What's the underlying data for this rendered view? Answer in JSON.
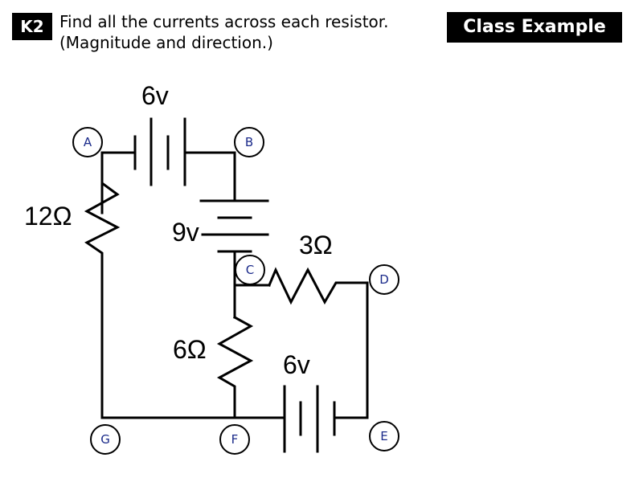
{
  "header": {
    "badge": "K2",
    "title_line1": "Find all the currents across each resistor.",
    "title_line2": "(Magnitude and direction.)",
    "tag": "Class Example"
  },
  "colors": {
    "node_label": "#1a2a8a",
    "badge_bg": "#000000"
  },
  "circuit": {
    "nodes": {
      "A": "A",
      "B": "B",
      "C": "C",
      "D": "D",
      "E": "E",
      "F": "F",
      "G": "G"
    },
    "components": {
      "battery_top": {
        "label": "6v",
        "between": "A-B",
        "value_volts": 6
      },
      "battery_middle": {
        "label": "9v",
        "between": "B-C",
        "value_volts": 9
      },
      "battery_bottom": {
        "label": "6v",
        "between": "F-E",
        "value_volts": 6
      },
      "resistor_left": {
        "label": "12Ω",
        "between": "A-G",
        "value_ohms": 12
      },
      "resistor_cd": {
        "label": "3Ω",
        "between": "C-D",
        "value_ohms": 3
      },
      "resistor_cf": {
        "label": "6Ω",
        "between": "C-F",
        "value_ohms": 6
      }
    }
  }
}
